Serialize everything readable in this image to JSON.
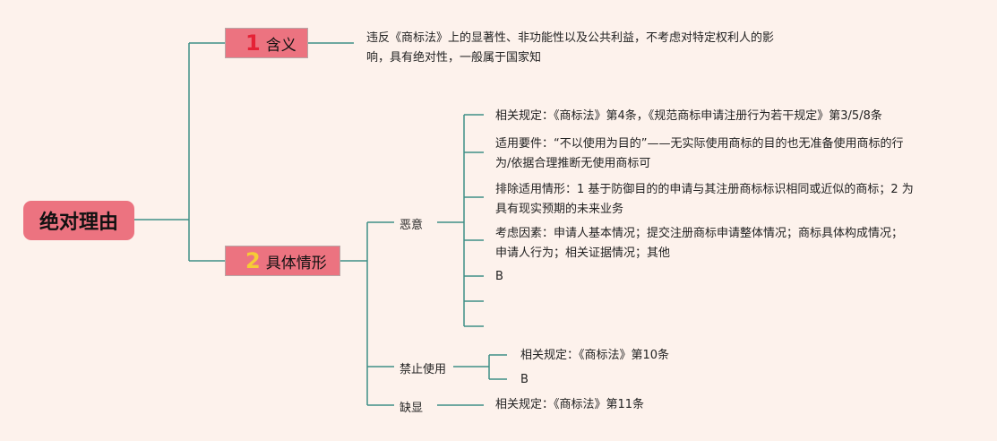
{
  "root": {
    "label": "绝对理由"
  },
  "branch1": {
    "num": "1",
    "label": "含义",
    "text": [
      "违反《商标法》上的显著性、非功能性以及公共利益，不考虑对特定权利人的影",
      "响，具有绝对性，一般属于国家知"
    ]
  },
  "branch2": {
    "num": "2",
    "label": "具体情形",
    "e_yi": {
      "label": "恶意",
      "items": [
        [
          "相关规定：《商标法》第4条，《规范商标申请注册行为若干规定》第3/5/8条"
        ],
        [
          "适用要件：“不以使用为目的”——无实际使用商标的目的也无准备使用商标的行",
          "为/依据合理推断无使用商标可"
        ],
        [
          "排除适用情形：1   基于防御目的的申请与其注册商标标识相同或近似的商标；2   为",
          "具有现实预期的未来业务"
        ],
        [
          "考虑因素：申请人基本情况；提交注册商标申请整体情况；商标具体构成情况；",
          "申请人行为；相关证据情况；其他"
        ],
        [
          "B"
        ]
      ]
    },
    "jin_zhi": {
      "label": "禁止使用",
      "items": [
        "相关规定：《商标法》第10条",
        "B"
      ]
    },
    "que_xian": {
      "label": "缺显",
      "items": [
        "相关规定：《商标法》第11条"
      ]
    }
  }
}
